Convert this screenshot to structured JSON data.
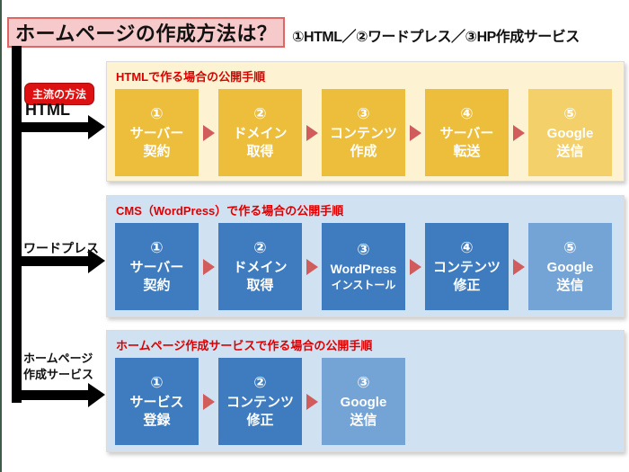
{
  "page": {
    "title": "ホームページの作成方法は？",
    "subtitle": "①HTML／②ワードプレス／③HP作成サービス"
  },
  "branches": {
    "html": {
      "badge": "主流の方法",
      "label": "HTML"
    },
    "wordpress": {
      "label": "ワードプレス"
    },
    "service": {
      "label_line1": "ホームページ",
      "label_line2": "作成サービス"
    }
  },
  "sections": [
    {
      "heading": "HTMLで作る場合の公開手順",
      "steps": [
        {
          "num": "①",
          "line1": "サーバー",
          "line2": "契約"
        },
        {
          "num": "②",
          "line1": "ドメイン",
          "line2": "取得"
        },
        {
          "num": "③",
          "line1": "コンテンツ",
          "line2": "作成"
        },
        {
          "num": "④",
          "line1": "サーバー",
          "line2": "転送"
        },
        {
          "num": "⑤",
          "line1": "Google",
          "line2": "送信"
        }
      ]
    },
    {
      "heading": "CMS（WordPress）で作る場合の公開手順",
      "steps": [
        {
          "num": "①",
          "line1": "サーバー",
          "line2": "契約"
        },
        {
          "num": "②",
          "line1": "ドメイン",
          "line2": "取得"
        },
        {
          "num": "③",
          "line1": "WordPress",
          "line2": "インストール"
        },
        {
          "num": "④",
          "line1": "コンテンツ",
          "line2": "修正"
        },
        {
          "num": "⑤",
          "line1": "Google",
          "line2": "送信"
        }
      ]
    },
    {
      "heading": "ホームページ作成サービスで作る場合の公開手順",
      "steps": [
        {
          "num": "①",
          "line1": "サービス",
          "line2": "登録"
        },
        {
          "num": "②",
          "line1": "コンテンツ",
          "line2": "修正"
        },
        {
          "num": "③",
          "line1": "Google",
          "line2": "送信"
        }
      ]
    }
  ],
  "colors": {
    "gold_step": "#ecbe3b",
    "gold_step_light": "#f3d06a",
    "gold_panel_bg": "#fdf3d2",
    "blue_step": "#3e7cbf",
    "blue_step_light": "#74a3d6",
    "blue_panel_bg": "#d0e1f2",
    "heading_red": "#dd0000",
    "connector_red": "#d05c5c",
    "badge_red": "#dd1111",
    "title_box_bg": "#f6caca",
    "title_box_border": "#e06666"
  }
}
